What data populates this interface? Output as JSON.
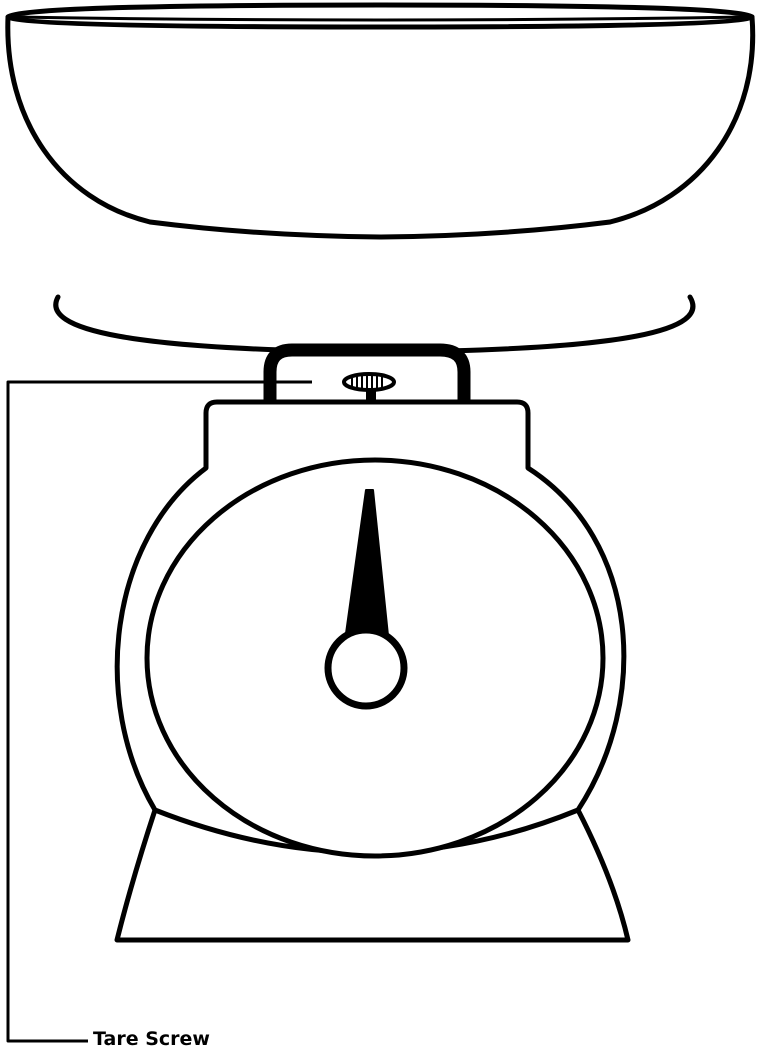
{
  "diagram": {
    "subject": "kitchen-scale",
    "callouts": [
      {
        "label": "Tare Screw",
        "target": "tare-screw"
      }
    ],
    "colors": {
      "stroke": "#000000",
      "fill": "#ffffff",
      "needle": "#000000"
    }
  }
}
